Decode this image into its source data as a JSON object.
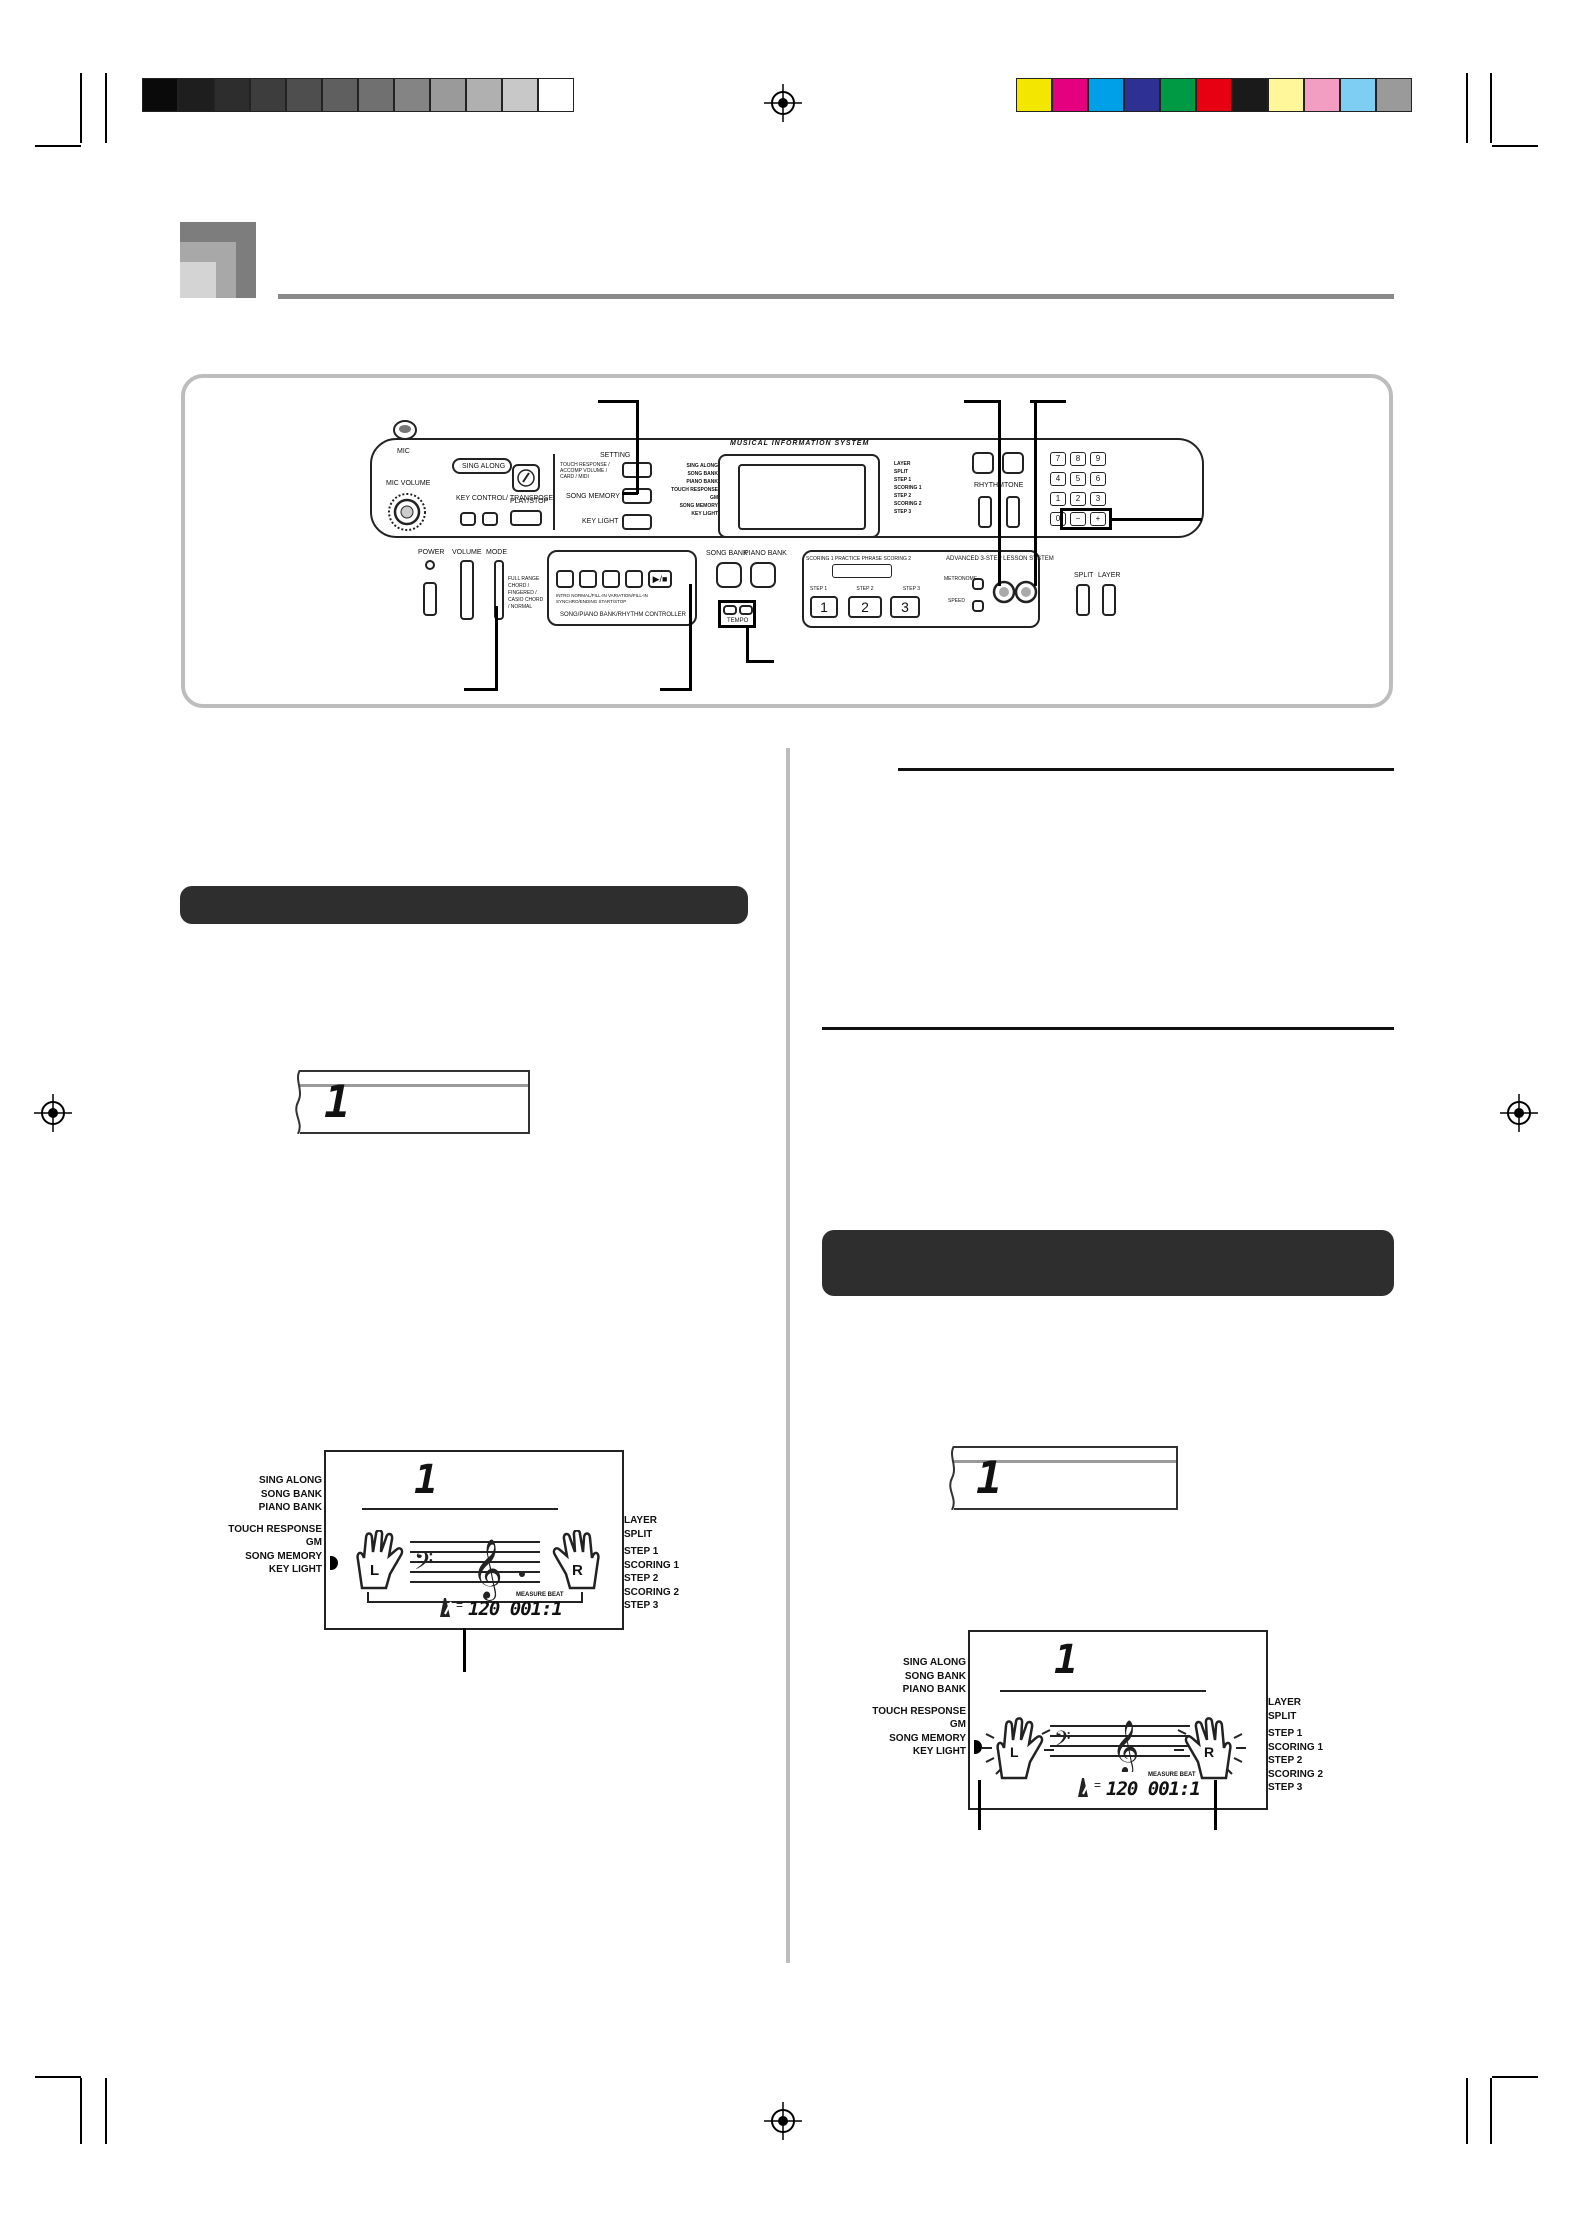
{
  "panel": {
    "logo": "MUSICAL INFORMATION SYSTEM",
    "mic": "MIC",
    "mic_volume": "MIC VOLUME",
    "sing_along": "SING ALONG",
    "key_control": "KEY CONTROL/ TRANSPOSE",
    "play_stop_top": "PLAY/STOP",
    "setting": "SETTING",
    "setting_sub": "TOUCH RESPONSE / ACCOMP VOLUME / CARD / MIDI",
    "song_memory": "SONG MEMORY",
    "key_light": "KEY LIGHT",
    "lcd_left_labels": [
      "SING ALONG",
      "SONG BANK",
      "PIANO BANK",
      "TOUCH RESPONSE",
      "GM",
      "SONG MEMORY",
      "KEY LIGHT"
    ],
    "lcd_right_labels": [
      "LAYER",
      "SPLIT",
      "STEP 1",
      "SCORING 1",
      "STEP 2",
      "SCORING 2",
      "STEP 3"
    ],
    "rhythm": "RHYTHM",
    "tone": "TONE",
    "numpad": [
      "7",
      "8",
      "9",
      "4",
      "5",
      "6",
      "1",
      "2",
      "3",
      "0",
      "−",
      "+"
    ],
    "power": "POWER",
    "volume": "VOLUME",
    "mode": "MODE",
    "mode_options": "FULL RANGE CHORD / FINGERED / CASIO CHORD / NORMAL",
    "controller_keys": "INTRO   NORMAL/FILL-IN   VARIATION/FILL-IN   SYNCHRO/ENDING   START/STOP",
    "controller_label": "SONG/PIANO BANK/RHYTHM CONTROLLER",
    "song_bank": "SONG BANK",
    "piano_bank": "PIANO BANK",
    "tempo": "TEMPO",
    "lesson_title": "ADVANCED 3-STEP LESSON SYSTEM",
    "scoring_labels": "SCORING 1   PRACTICE PHRASE   SCORING 2",
    "step_labels": [
      "STEP 1",
      "STEP 2",
      "STEP 3"
    ],
    "step_numbers": [
      "1",
      "2",
      "3"
    ],
    "metronome": "METRONOME",
    "speed": "SPEED",
    "split": "SPLIT",
    "layer": "LAYER"
  },
  "displays": {
    "display1_digit": "1",
    "display2_digit": "1",
    "lcd1": {
      "digit": "1",
      "left_labels": [
        "SING ALONG",
        "SONG BANK",
        "PIANO BANK",
        "TOUCH RESPONSE",
        "GM",
        "SONG MEMORY",
        "KEY LIGHT"
      ],
      "right_labels": [
        "LAYER",
        "SPLIT",
        "STEP 1",
        "SCORING 1",
        "STEP 2",
        "SCORING 2",
        "STEP 3"
      ],
      "hand_left": "L",
      "hand_right": "R",
      "measure_beat": "MEASURE BEAT",
      "readout": "120 001:1"
    },
    "lcd2": {
      "digit": "1",
      "left_labels": [
        "SING ALONG",
        "SONG BANK",
        "PIANO BANK",
        "TOUCH RESPONSE",
        "GM",
        "SONG MEMORY",
        "KEY LIGHT"
      ],
      "right_labels": [
        "LAYER",
        "SPLIT",
        "STEP 1",
        "SCORING 1",
        "STEP 2",
        "SCORING 2",
        "STEP 3"
      ],
      "hand_left": "L",
      "hand_right": "R",
      "measure_beat": "MEASURE BEAT",
      "readout": "120 001:1"
    }
  },
  "colors": {
    "grayscale_bar": [
      "#0a0a0a",
      "#1e1e1e",
      "#2d2d2d",
      "#3d3d3d",
      "#4e4e4e",
      "#5f5f5f",
      "#707070",
      "#848484",
      "#9a9a9a",
      "#b0b0b0",
      "#c8c8c8",
      "#ffffff"
    ],
    "color_bar": [
      "#f3e600",
      "#e4007f",
      "#00a0e9",
      "#2e3192",
      "#009944",
      "#e60012",
      "#1a1a1a",
      "#fff799",
      "#f19ec2",
      "#7ecef4",
      "#9a9a9a"
    ]
  }
}
